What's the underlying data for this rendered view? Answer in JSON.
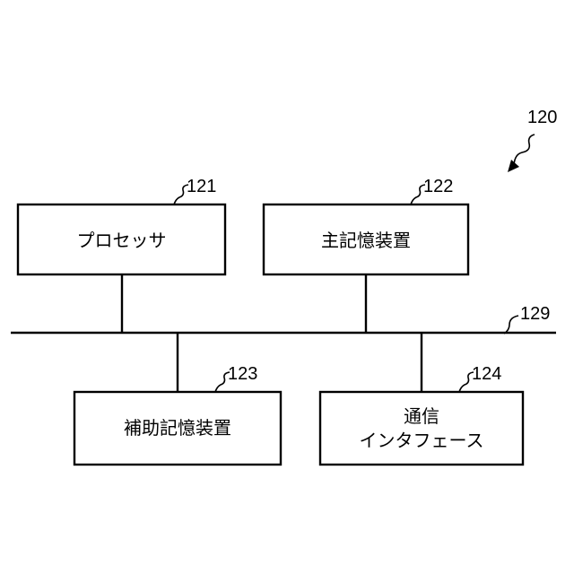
{
  "figure": {
    "label": "120",
    "bus_label": "129",
    "blocks": [
      {
        "id": "processor",
        "ref": "121",
        "lines": [
          "プロセッサ"
        ]
      },
      {
        "id": "main-memory",
        "ref": "122",
        "lines": [
          "主記憶装置"
        ]
      },
      {
        "id": "auxiliary-storage",
        "ref": "123",
        "lines": [
          "補助記憶装置"
        ]
      },
      {
        "id": "communication-interface",
        "ref": "124",
        "lines": [
          "通信",
          "インタフェース"
        ]
      }
    ]
  }
}
